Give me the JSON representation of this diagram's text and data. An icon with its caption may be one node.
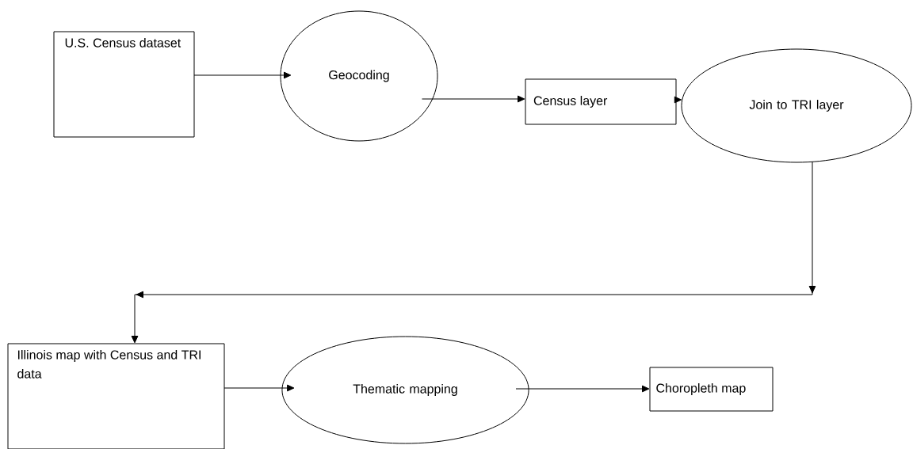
{
  "diagram": {
    "nodes": [
      {
        "text": [
          "U.S. Census dataset"
        ]
      },
      {
        "text": [
          "Geocoding"
        ]
      },
      {
        "text": [
          "Census layer"
        ]
      },
      {
        "text": [
          "Join to TRI layer"
        ]
      },
      {
        "text": [
          "Illinois map with Census and TRI data"
        ]
      },
      {
        "text": [
          "Thematic mapping"
        ]
      },
      {
        "text": [
          "Choropleth map"
        ]
      }
    ],
    "edges": [
      {
        "from": 0,
        "to": 1,
        "arrow": "to"
      },
      {
        "from": 1,
        "to": 2,
        "arrow": "to"
      },
      {
        "from": 2,
        "to": 3,
        "arrow": "to"
      },
      {
        "from": 3,
        "to": 4,
        "arrow": "to"
      },
      {
        "from": 4,
        "to": 5,
        "arrow": "to"
      },
      {
        "from": 5,
        "to": 6,
        "arrow": "to"
      }
    ]
  }
}
